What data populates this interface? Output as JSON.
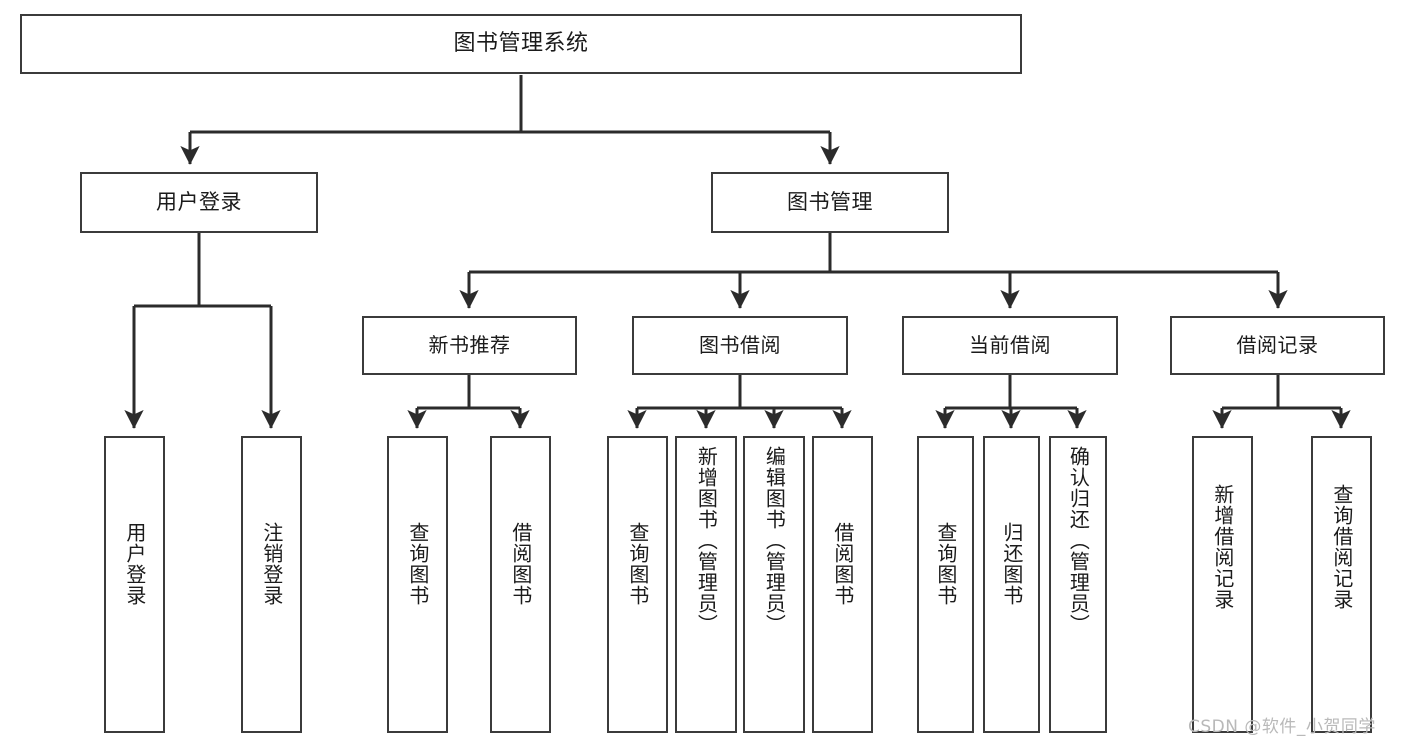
{
  "diagram": {
    "type": "tree-hierarchy-diagram",
    "title": "图书管理系统",
    "watermark": "CSDN @软件_小贺同学",
    "colors": {
      "box_border": "#3b3b3b",
      "box_fill": "#ffffff",
      "connector": "#2b2b2b",
      "text": "#1b1b1b",
      "watermark": "#b9b9b9"
    },
    "nodes": {
      "root": {
        "label": "图书管理系统"
      },
      "level2": [
        {
          "label": "用户登录"
        },
        {
          "label": "图书管理"
        }
      ],
      "level3": [
        {
          "label": "新书推荐"
        },
        {
          "label": "图书借阅"
        },
        {
          "label": "当前借阅"
        },
        {
          "label": "借阅记录"
        }
      ],
      "leaves": {
        "user_login": [
          {
            "label": "用户登录"
          },
          {
            "label": "注销登录"
          }
        ],
        "new_book": [
          {
            "label": "查询图书"
          },
          {
            "label": "借阅图书"
          }
        ],
        "book_borrow": [
          {
            "label": "查询图书"
          },
          {
            "label": "新增图书（管理员）"
          },
          {
            "label": "编辑图书（管理员）"
          },
          {
            "label": "借阅图书"
          }
        ],
        "current_borrow": [
          {
            "label": "查询图书"
          },
          {
            "label": "归还图书"
          },
          {
            "label": "确认归还（管理员）"
          }
        ],
        "borrow_record": [
          {
            "label": "新增借阅记录"
          },
          {
            "label": "查询借阅记录"
          }
        ]
      }
    }
  }
}
